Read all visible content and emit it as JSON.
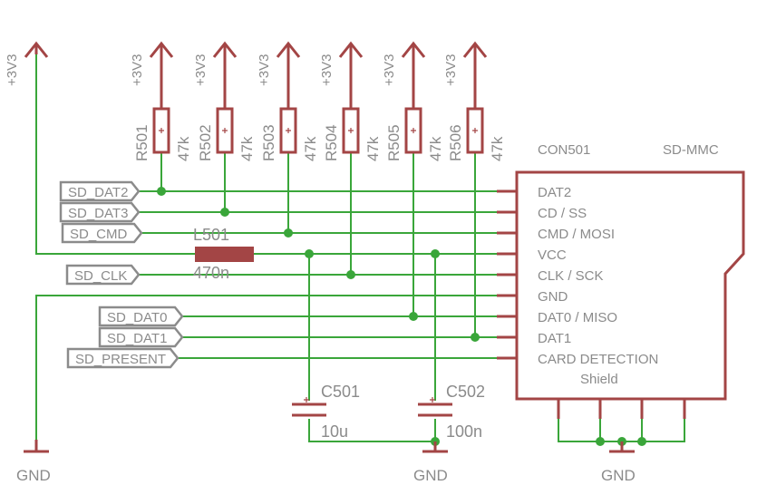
{
  "power_labels": {
    "left_supply": "+3V3",
    "pullups": [
      "+3V3",
      "+3V3",
      "+3V3",
      "+3V3",
      "+3V3",
      "+3V3"
    ]
  },
  "resistors": [
    {
      "name": "R501",
      "value": "47k"
    },
    {
      "name": "R502",
      "value": "47k"
    },
    {
      "name": "R503",
      "value": "47k"
    },
    {
      "name": "R504",
      "value": "47k"
    },
    {
      "name": "R505",
      "value": "47k"
    },
    {
      "name": "R506",
      "value": "47k"
    }
  ],
  "ports": [
    "SD_DAT2",
    "SD_DAT3",
    "SD_CMD",
    "SD_CLK",
    "SD_DAT0",
    "SD_DAT1",
    "SD_PRESENT"
  ],
  "inductor": {
    "name": "L501",
    "value": "470n"
  },
  "capacitors": [
    {
      "name": "C501",
      "value": "10u"
    },
    {
      "name": "C502",
      "value": "100n"
    }
  ],
  "connector": {
    "name": "CON501",
    "type": "SD-MMC",
    "pins": [
      "DAT2",
      "CD / SS",
      "CMD / MOSI",
      "VCC",
      "CLK / SCK",
      "GND",
      "DAT0 / MISO",
      "DAT1",
      "CARD DETECTION"
    ],
    "shield_label": "Shield"
  },
  "grounds": [
    "GND",
    "GND",
    "GND"
  ]
}
